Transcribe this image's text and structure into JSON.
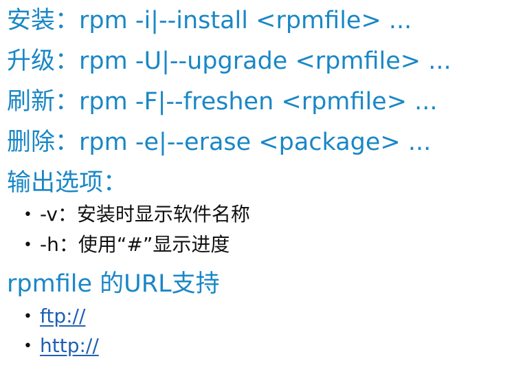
{
  "commands": [
    {
      "text": "安装：rpm -i|--install <rpmfile> ..."
    },
    {
      "text": "升级：rpm -U|--upgrade <rpmfile> ..."
    },
    {
      "text": "刷新：rpm -F|--freshen <rpmfile> ..."
    },
    {
      "text": "删除：rpm -e|--erase <package> ..."
    }
  ],
  "output_options": {
    "heading": "输出选项：",
    "items": [
      {
        "text": "-v：安装时显示软件名称"
      },
      {
        "text": "-h：使用“#”显示进度"
      }
    ]
  },
  "url_support": {
    "heading": "rpmfile 的URL支持",
    "links": [
      {
        "text": "ftp://"
      },
      {
        "text": "http://"
      }
    ]
  },
  "bullet": "•"
}
